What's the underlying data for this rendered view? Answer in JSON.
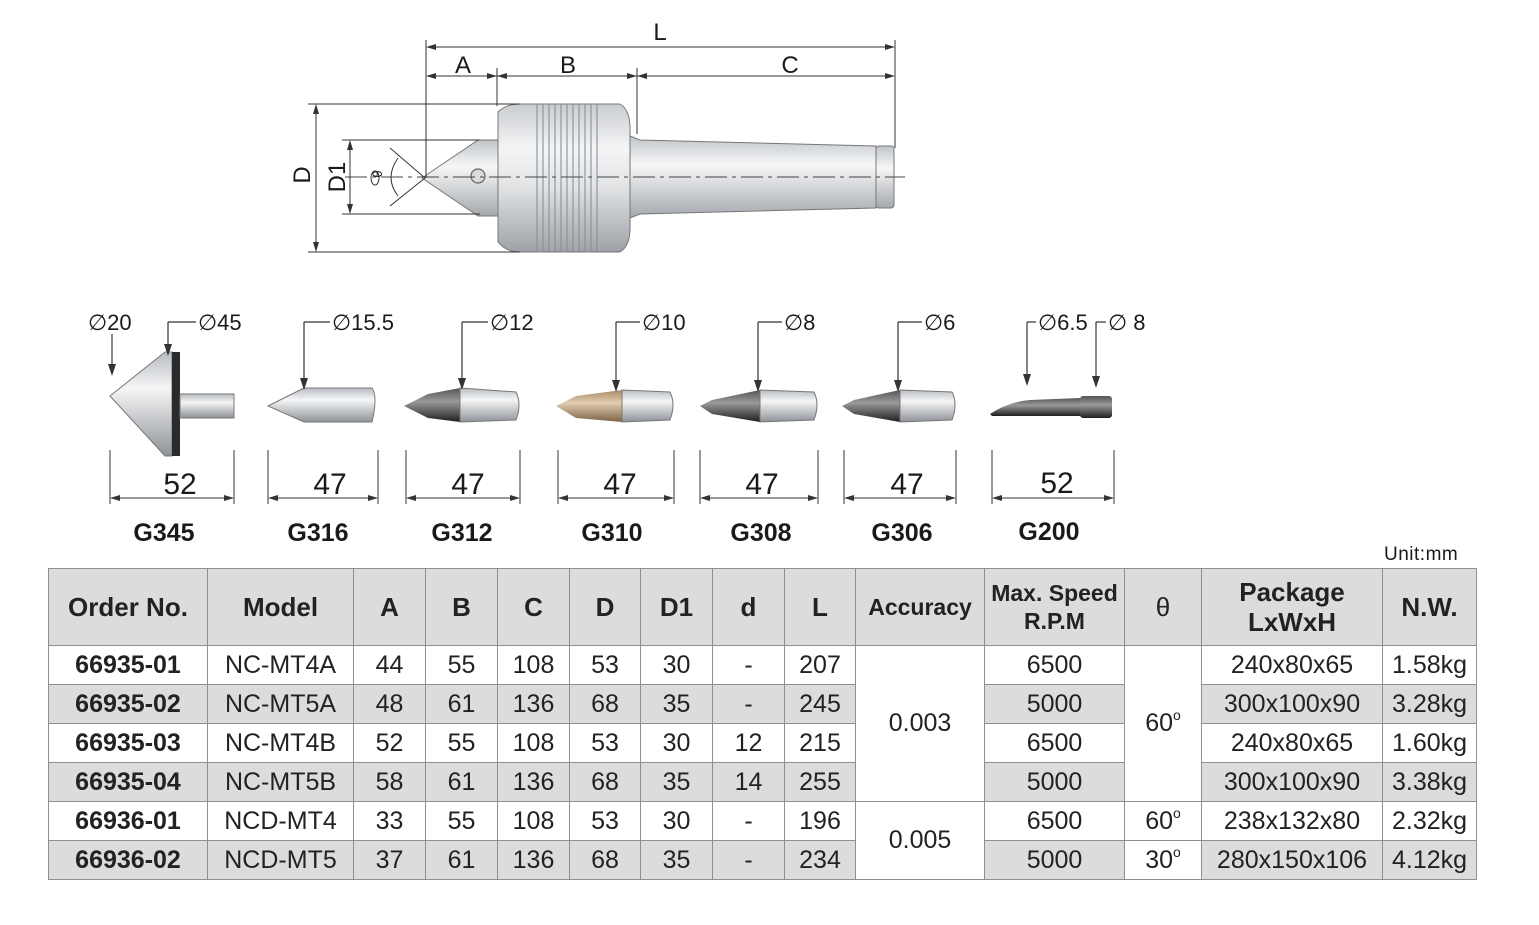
{
  "main_drawing": {
    "dim_labels": {
      "L": "L",
      "A": "A",
      "B": "B",
      "C": "C",
      "D": "D",
      "D1": "D1",
      "theta": "θ"
    }
  },
  "tips": [
    {
      "model": "G345",
      "length": "52",
      "dia_a": "∅20",
      "dia_b": "∅45"
    },
    {
      "model": "G316",
      "length": "47",
      "dia_a": "∅15.5"
    },
    {
      "model": "G312",
      "length": "47",
      "dia_a": "∅12"
    },
    {
      "model": "G310",
      "length": "47",
      "dia_a": "∅10"
    },
    {
      "model": "G308",
      "length": "47",
      "dia_a": "∅8"
    },
    {
      "model": "G306",
      "length": "47",
      "dia_a": "∅6"
    },
    {
      "model": "G200",
      "length": "52",
      "dia_a": "∅6.5",
      "dia_b": "∅ 8"
    }
  ],
  "unit_label": "Unit:mm",
  "table": {
    "headers": {
      "order_no": "Order No.",
      "model": "Model",
      "a": "A",
      "b": "B",
      "c": "C",
      "d_big": "D",
      "d1": "D1",
      "d_small": "d",
      "l": "L",
      "accuracy": "Accuracy",
      "max_speed_1": "Max. Speed",
      "max_speed_2": "R.P.M",
      "theta": "θ",
      "package_1": "Package",
      "package_2": "LxWxH",
      "nw": "N.W."
    },
    "rows": [
      {
        "order": "66935-01",
        "model": "NC-MT4A",
        "a": "44",
        "b": "55",
        "c": "108",
        "d": "53",
        "d1": "30",
        "ds": "-",
        "l": "207",
        "speed": "6500",
        "package": "240x80x65",
        "nw": "1.58kg"
      },
      {
        "order": "66935-02",
        "model": "NC-MT5A",
        "a": "48",
        "b": "61",
        "c": "136",
        "d": "68",
        "d1": "35",
        "ds": "-",
        "l": "245",
        "speed": "5000",
        "package": "300x100x90",
        "nw": "3.28kg"
      },
      {
        "order": "66935-03",
        "model": "NC-MT4B",
        "a": "52",
        "b": "55",
        "c": "108",
        "d": "53",
        "d1": "30",
        "ds": "12",
        "l": "215",
        "speed": "6500",
        "package": "240x80x65",
        "nw": "1.60kg"
      },
      {
        "order": "66935-04",
        "model": "NC-MT5B",
        "a": "58",
        "b": "61",
        "c": "136",
        "d": "68",
        "d1": "35",
        "ds": "14",
        "l": "255",
        "speed": "5000",
        "package": "300x100x90",
        "nw": "3.38kg"
      },
      {
        "order": "66936-01",
        "model": "NCD-MT4",
        "a": "33",
        "b": "55",
        "c": "108",
        "d": "53",
        "d1": "30",
        "ds": "-",
        "l": "196",
        "speed": "6500",
        "package": "238x132x80",
        "nw": "2.32kg"
      },
      {
        "order": "66936-02",
        "model": "NCD-MT5",
        "a": "37",
        "b": "61",
        "c": "136",
        "d": "68",
        "d1": "35",
        "ds": "-",
        "l": "234",
        "speed": "5000",
        "package": "280x150x106",
        "nw": "4.12kg"
      }
    ],
    "accuracy_groups": [
      "0.003",
      "0.005"
    ],
    "theta_values": [
      "60",
      "60",
      "30"
    ],
    "degree_symbol": "o"
  }
}
